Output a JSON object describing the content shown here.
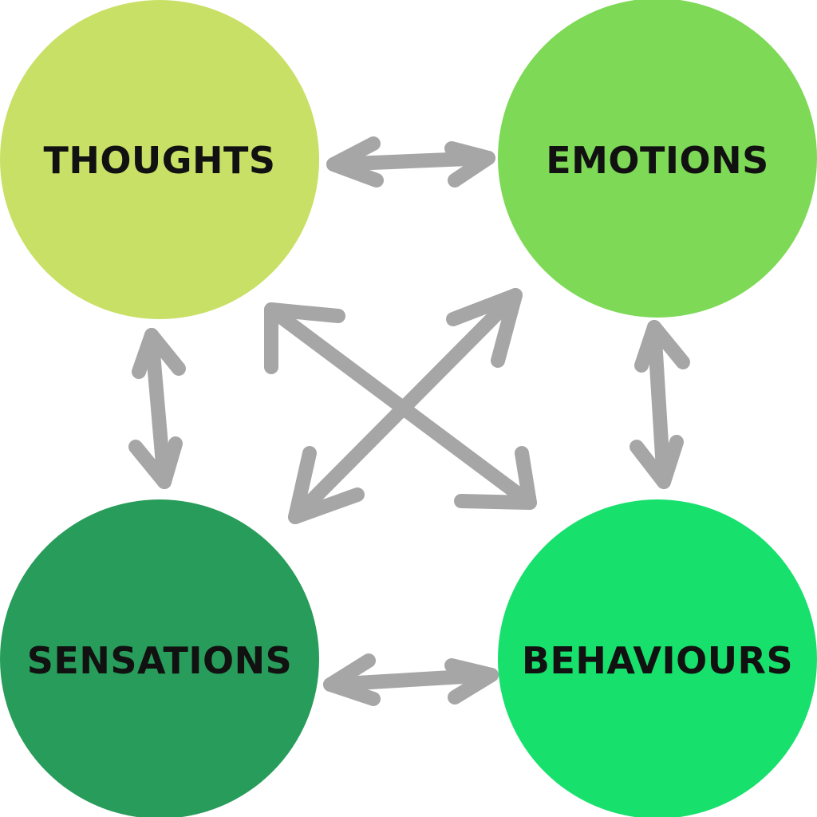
{
  "nodes": {
    "thoughts": {
      "label": "THOUGHTS",
      "color": "#c8e066"
    },
    "emotions": {
      "label": "EMOTIONS",
      "color": "#7ed957"
    },
    "sensations": {
      "label": "SENSATIONS",
      "color": "#289c5a"
    },
    "behaviours": {
      "label": "BEHAVIOURS",
      "color": "#17e06c"
    }
  },
  "arrow_color": "#a6a6a6",
  "connections": [
    {
      "from": "thoughts",
      "to": "emotions",
      "type": "bidirectional"
    },
    {
      "from": "sensations",
      "to": "behaviours",
      "type": "bidirectional"
    },
    {
      "from": "thoughts",
      "to": "sensations",
      "type": "bidirectional"
    },
    {
      "from": "emotions",
      "to": "behaviours",
      "type": "bidirectional"
    },
    {
      "from": "thoughts",
      "to": "behaviours",
      "type": "bidirectional"
    },
    {
      "from": "emotions",
      "to": "sensations",
      "type": "bidirectional"
    }
  ]
}
